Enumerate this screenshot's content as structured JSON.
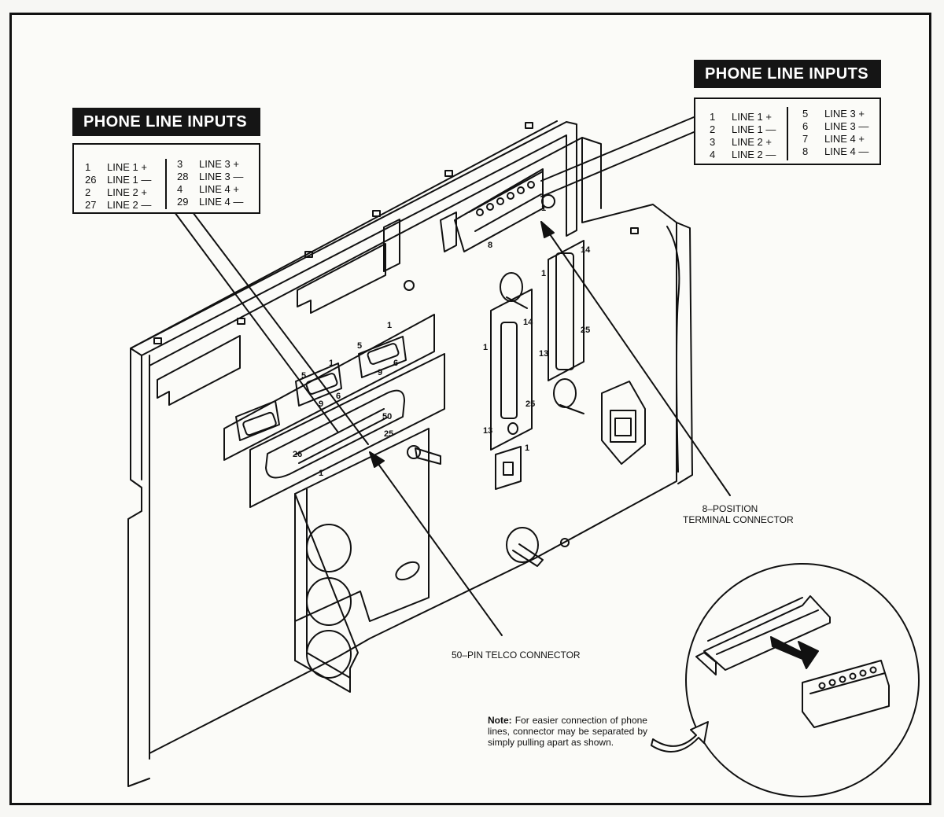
{
  "left_panel": {
    "title": "PHONE LINE INPUTS",
    "col1": [
      {
        "pin": "1",
        "line": "LINE 1 +"
      },
      {
        "pin": "26",
        "line": "LINE 1 —"
      },
      {
        "pin": "2",
        "line": "LINE 2 +"
      },
      {
        "pin": "27",
        "line": "LINE 2 —"
      }
    ],
    "col2": [
      {
        "pin": "3",
        "line": "LINE 3 +"
      },
      {
        "pin": "28",
        "line": "LINE 3 —"
      },
      {
        "pin": "4",
        "line": "LINE 4 +"
      },
      {
        "pin": "29",
        "line": "LINE 4 —"
      }
    ]
  },
  "right_panel": {
    "title": "PHONE LINE INPUTS",
    "col1": [
      {
        "pin": "1",
        "line": "LINE 1 +"
      },
      {
        "pin": "2",
        "line": "LINE 1 —"
      },
      {
        "pin": "3",
        "line": "LINE 2 +"
      },
      {
        "pin": "4",
        "line": "LINE 2 —"
      }
    ],
    "col2": [
      {
        "pin": "5",
        "line": "LINE 3 +"
      },
      {
        "pin": "6",
        "line": "LINE 3 —"
      },
      {
        "pin": "7",
        "line": "LINE 4 +"
      },
      {
        "pin": "8",
        "line": "LINE 4 —"
      }
    ]
  },
  "callouts": {
    "terminal_connector_line1": "8–POSITION",
    "terminal_connector_line2": "TERMINAL CONNECTOR",
    "telco_connector": "50–PIN TELCO CONNECTOR"
  },
  "note": {
    "label": "Note:",
    "text": "For easier connection of phone lines, connector may be separated by simply pulling apart as shown."
  },
  "pin_marks": {
    "terminal_1": "1",
    "terminal_8": "8",
    "telco_50": "50",
    "telco_25": "25",
    "telco_26": "26",
    "telco_1": "1",
    "dsub_a_1": "1",
    "dsub_a_5": "5",
    "dsub_a_9": "9",
    "dsub_a_6": "6",
    "dsub_b_5": "5",
    "dsub_b_1": "1",
    "dsub_b_9": "9",
    "dsub_b_6": "6",
    "center_1": "1",
    "center_14": "14",
    "center_13": "13",
    "center_25": "25",
    "right_1": "1",
    "right_14": "14",
    "right_13": "13",
    "right_25": "25",
    "jumper_1": "1"
  }
}
